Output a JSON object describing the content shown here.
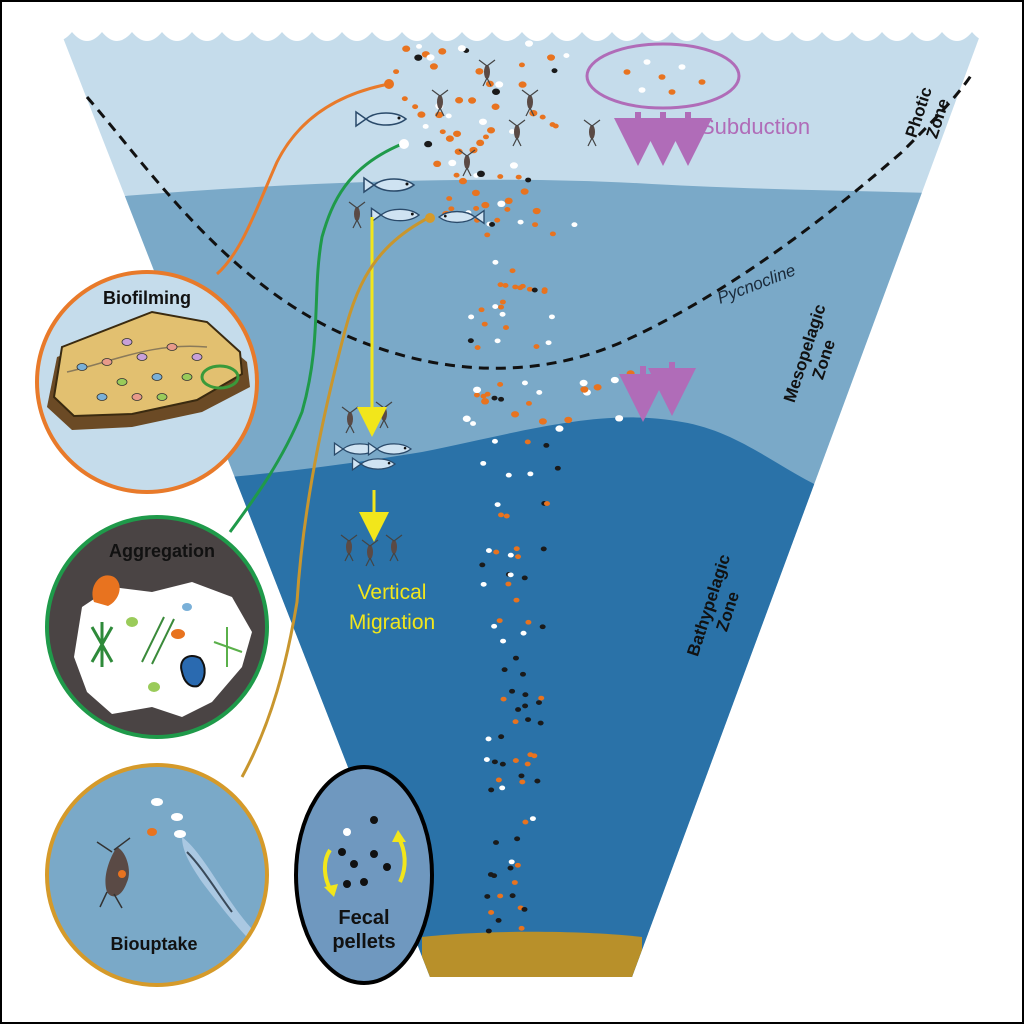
{
  "labels": {
    "subduction": "Subduction",
    "photic_line1": "Photic",
    "photic_line2": "Zone",
    "pycnocline": "Pycnocline",
    "mesopelagic_line1": "Mesopelagic",
    "mesopelagic_line2": "Zone",
    "bathypelagic_line1": "Bathypelagic",
    "bathypelagic_line2": "Zone",
    "vertical_migration_line1": "Vertical",
    "vertical_migration_line2": "Migration",
    "biofilming": "Biofilming",
    "aggregation": "Aggregation",
    "biouptake": "Biouptake",
    "fecal_line1": "Fecal",
    "fecal_line2": "pellets"
  },
  "colors": {
    "photic_water": "#c5dceb",
    "mesopelagic_water": "#7aa9c8",
    "bathypelagic_water": "#2a72a8",
    "sediment": "#b8902a",
    "microplastic_orange": "#e8731f",
    "microplastic_white": "#ffffff",
    "fecal_black": "#1a1a1a",
    "subduction_purple": "#b06cb8",
    "migration_yellow": "#f2e61b",
    "biofilm_ring": "#e87a2a",
    "aggregation_ring": "#1f9a4a",
    "biouptake_ring": "#d59a2a",
    "fecal_ring": "#000000"
  },
  "icons": [
    "fish-icon",
    "copepod-icon",
    "down-arrow-icon",
    "cycle-arrow-icon"
  ]
}
